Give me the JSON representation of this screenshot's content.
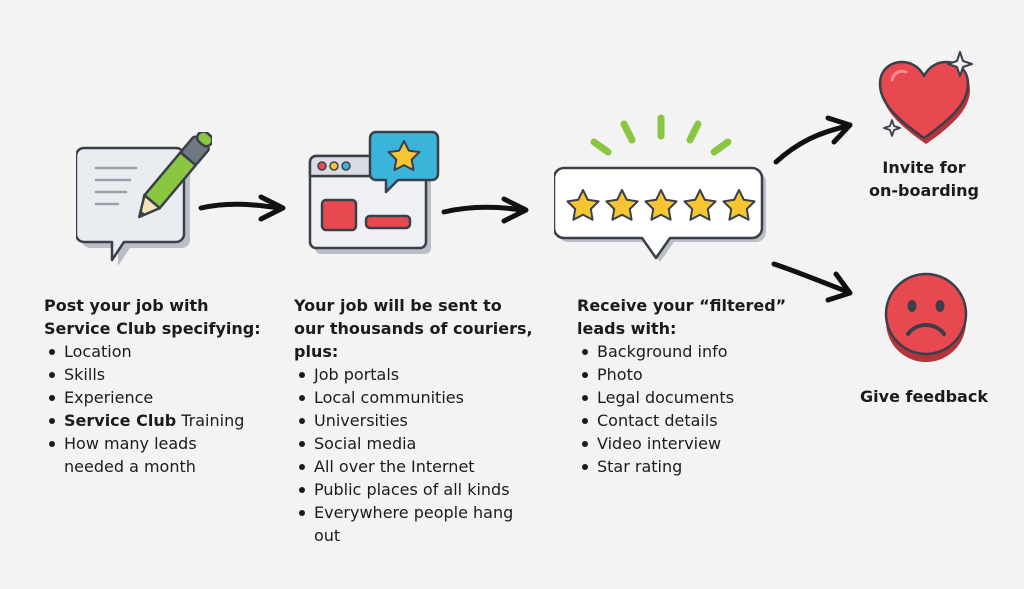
{
  "steps": [
    {
      "heading": "Post your job with\nService Club specifying:",
      "items": [
        {
          "bold": "",
          "text": "Location"
        },
        {
          "bold": "",
          "text": "Skills"
        },
        {
          "bold": "",
          "text": "Experience"
        },
        {
          "bold": "Service Club",
          "text": " Training"
        },
        {
          "bold": "",
          "text": "How many leads needed a month"
        }
      ]
    },
    {
      "heading": "Your job will be sent to\nour thousands of couriers,\nplus:",
      "items": [
        {
          "bold": "",
          "text": "Job portals"
        },
        {
          "bold": "",
          "text": "Local communities"
        },
        {
          "bold": "",
          "text": "Universities"
        },
        {
          "bold": "",
          "text": "Social media"
        },
        {
          "bold": "",
          "text": "All over the Internet"
        },
        {
          "bold": "",
          "text": "Public places of all kinds"
        },
        {
          "bold": "",
          "text": "Everywhere people hang out"
        }
      ]
    },
    {
      "heading": "Receive your “filtered”\nleads with:",
      "items": [
        {
          "bold": "",
          "text": "Background info"
        },
        {
          "bold": "",
          "text": "Photo"
        },
        {
          "bold": "",
          "text": "Legal documents"
        },
        {
          "bold": "",
          "text": "Contact details"
        },
        {
          "bold": "",
          "text": "Video interview"
        },
        {
          "bold": "",
          "text": "Star rating"
        }
      ]
    }
  ],
  "outcomes": {
    "positive": "Invite for\non-boarding",
    "negative": "Give feedback"
  },
  "icons": {
    "step1": "document-pen-icon",
    "step2": "browser-star-icon",
    "step3": "five-star-rating-icon",
    "positive": "heart-icon",
    "negative": "sad-face-icon"
  },
  "colors": {
    "green": "#8ac640",
    "red": "#e8484f",
    "blue": "#3ab5d9",
    "star": "#f7c531",
    "outline": "#3b3f4a"
  }
}
